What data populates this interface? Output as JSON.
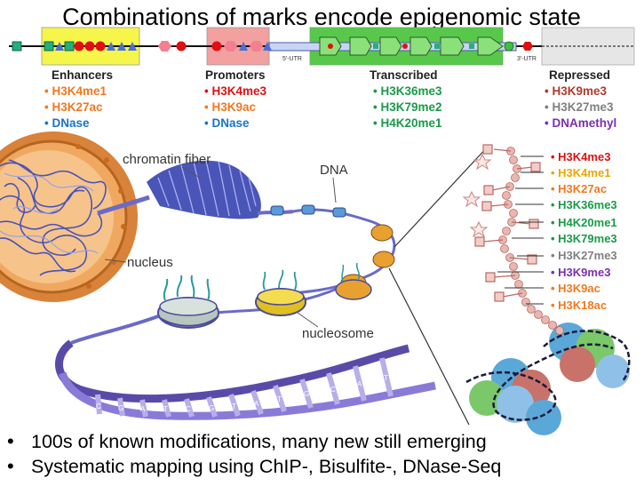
{
  "title": "Combinations of marks encode epigenomic state",
  "track": {
    "utr5": "5'-UTR",
    "utr3": "3'-UTR"
  },
  "colors": {
    "enhancer_box": "#f5f54a",
    "promoter_box": "#f2a0a0",
    "transcribed_box": "#58c84a",
    "repressed_box": "#e6e6e6",
    "red": "#e01010",
    "orange": "#f07820",
    "blue": "#1a73c9",
    "green": "#1a9a4a",
    "gray": "#808080",
    "purple": "#7a2fb0",
    "brown": "#b03a2e",
    "yellow": "#e8a800"
  },
  "columns": [
    {
      "id": "enhancers",
      "heading": "Enhancers",
      "marks": [
        {
          "text": "H3K4me1",
          "color": "orange"
        },
        {
          "text": "H3K27ac",
          "color": "orange"
        },
        {
          "text": "DNase",
          "color": "blue"
        }
      ]
    },
    {
      "id": "promoters",
      "heading": "Promoters",
      "marks": [
        {
          "text": "H3K4me3",
          "color": "red"
        },
        {
          "text": "H3K9ac",
          "color": "orange"
        },
        {
          "text": "DNase",
          "color": "blue"
        }
      ]
    },
    {
      "id": "transcribed",
      "heading": "Transcribed",
      "marks": [
        {
          "text": "H3K36me3",
          "color": "green"
        },
        {
          "text": "H3K79me2",
          "color": "green"
        },
        {
          "text": "H4K20me1",
          "color": "green"
        }
      ]
    },
    {
      "id": "repressed",
      "heading": "Repressed",
      "marks": [
        {
          "text": "H3K9me3",
          "color": "brown"
        },
        {
          "text": "H3K27me3",
          "color": "gray"
        },
        {
          "text": "DNAmethyl",
          "color": "purple"
        }
      ]
    }
  ],
  "labels": {
    "chromatin_fiber": "chromatin fiber",
    "dna": "DNA",
    "nucleus": "nucleus",
    "nucleosome": "nucleosome"
  },
  "helix_letters": [
    "C",
    "G",
    "A",
    "T",
    "C",
    "G",
    "T",
    "A",
    "T",
    "G",
    "C",
    "A",
    "T"
  ],
  "tail_marks": [
    {
      "text": "H3K4me3",
      "color": "red"
    },
    {
      "text": "H3K4me1",
      "color": "yellow"
    },
    {
      "text": "H3K27ac",
      "color": "orange"
    },
    {
      "text": "H3K36me3",
      "color": "green"
    },
    {
      "text": "H4K20me1",
      "color": "green"
    },
    {
      "text": "H3K79me3",
      "color": "green"
    },
    {
      "text": "H3K27me3",
      "color": "gray"
    },
    {
      "text": "H3K9me3",
      "color": "purple"
    },
    {
      "text": "H3K9ac",
      "color": "orange"
    },
    {
      "text": "H3K18ac",
      "color": "orange"
    }
  ],
  "bullets": [
    "100s of known modifications, many new still emerging",
    "Systematic mapping using ChIP-, Bisulfite-, DNase-Seq"
  ]
}
